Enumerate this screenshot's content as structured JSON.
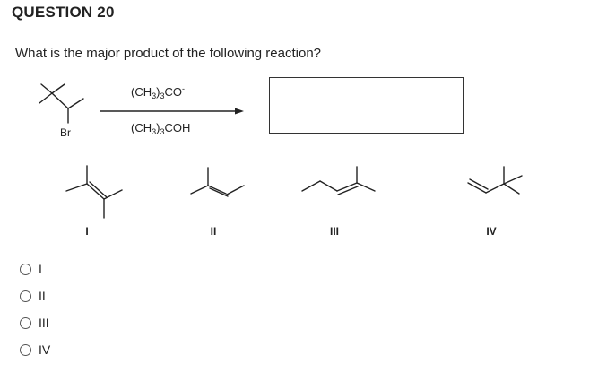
{
  "question": {
    "title": "QUESTION 20",
    "prompt": "What is the major product of the following reaction?"
  },
  "reaction": {
    "reactant_substituent": "Br",
    "reagent_above_arrow": "(CH3)3CO-",
    "solvent_below_arrow": "(CH3)3COH"
  },
  "products": [
    {
      "label": "I"
    },
    {
      "label": "II"
    },
    {
      "label": "III"
    },
    {
      "label": "IV"
    }
  ],
  "options": [
    {
      "label": "I",
      "selected": false
    },
    {
      "label": "II",
      "selected": false
    },
    {
      "label": "III",
      "selected": false
    },
    {
      "label": "IV",
      "selected": false
    }
  ]
}
